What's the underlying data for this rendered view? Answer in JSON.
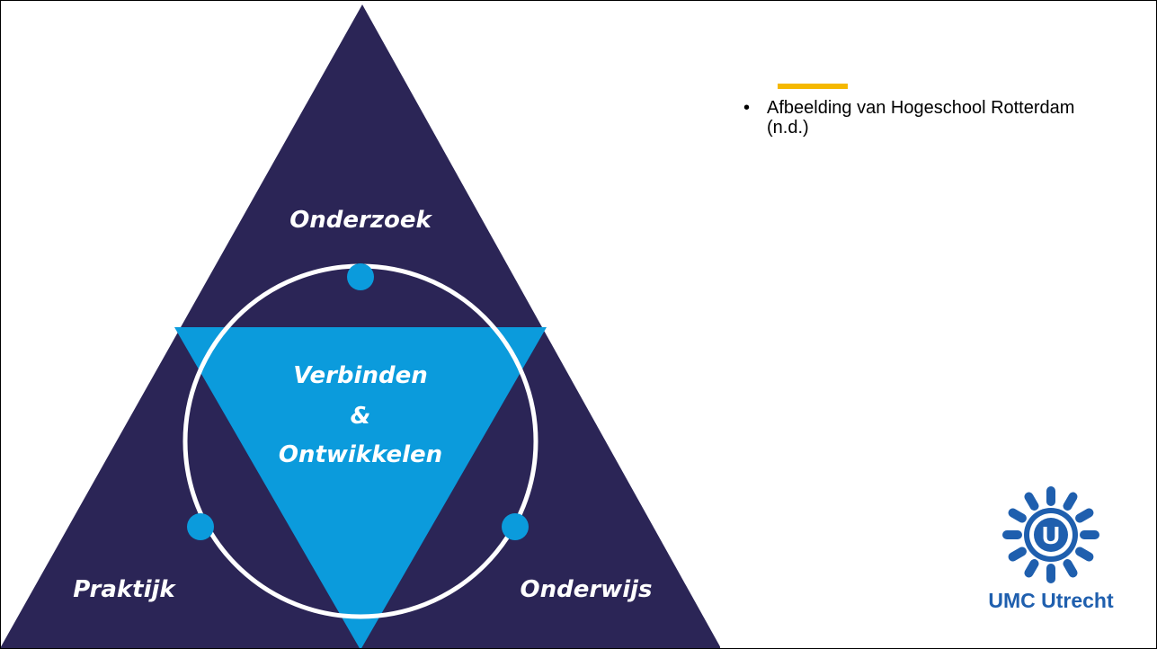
{
  "colors": {
    "dark_triangle": "#2b2556",
    "light_triangle": "#0b9bdc",
    "ring": "#ffffff",
    "node": "#0b9bdc",
    "accent": "#f5b800",
    "brand": "#1f5fae"
  },
  "diagram": {
    "top_label": "Onderzoek",
    "center_line1": "Verbinden",
    "center_line2": "&",
    "center_line3": "Ontwikkelen",
    "left_label": "Praktijk",
    "right_label": "Onderwijs"
  },
  "bullets": [
    "Afbeelding van Hogeschool Rotterdam (n.d.)"
  ],
  "logo": {
    "icon": "umc-star-u-icon",
    "text": "UMC Utrecht",
    "letter": "U"
  }
}
